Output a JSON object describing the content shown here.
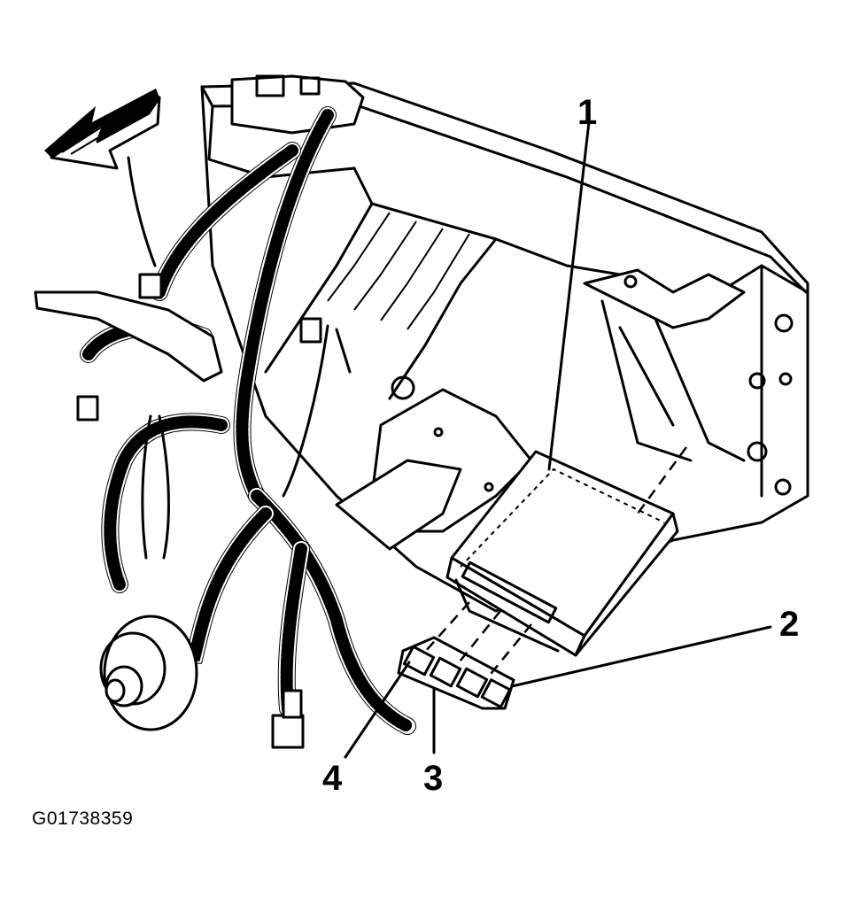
{
  "figure_id": "G01738359",
  "callouts": [
    {
      "id": "callout-1",
      "label": "1"
    },
    {
      "id": "callout-2",
      "label": "2"
    },
    {
      "id": "callout-3",
      "label": "3"
    },
    {
      "id": "callout-4",
      "label": "4"
    }
  ]
}
